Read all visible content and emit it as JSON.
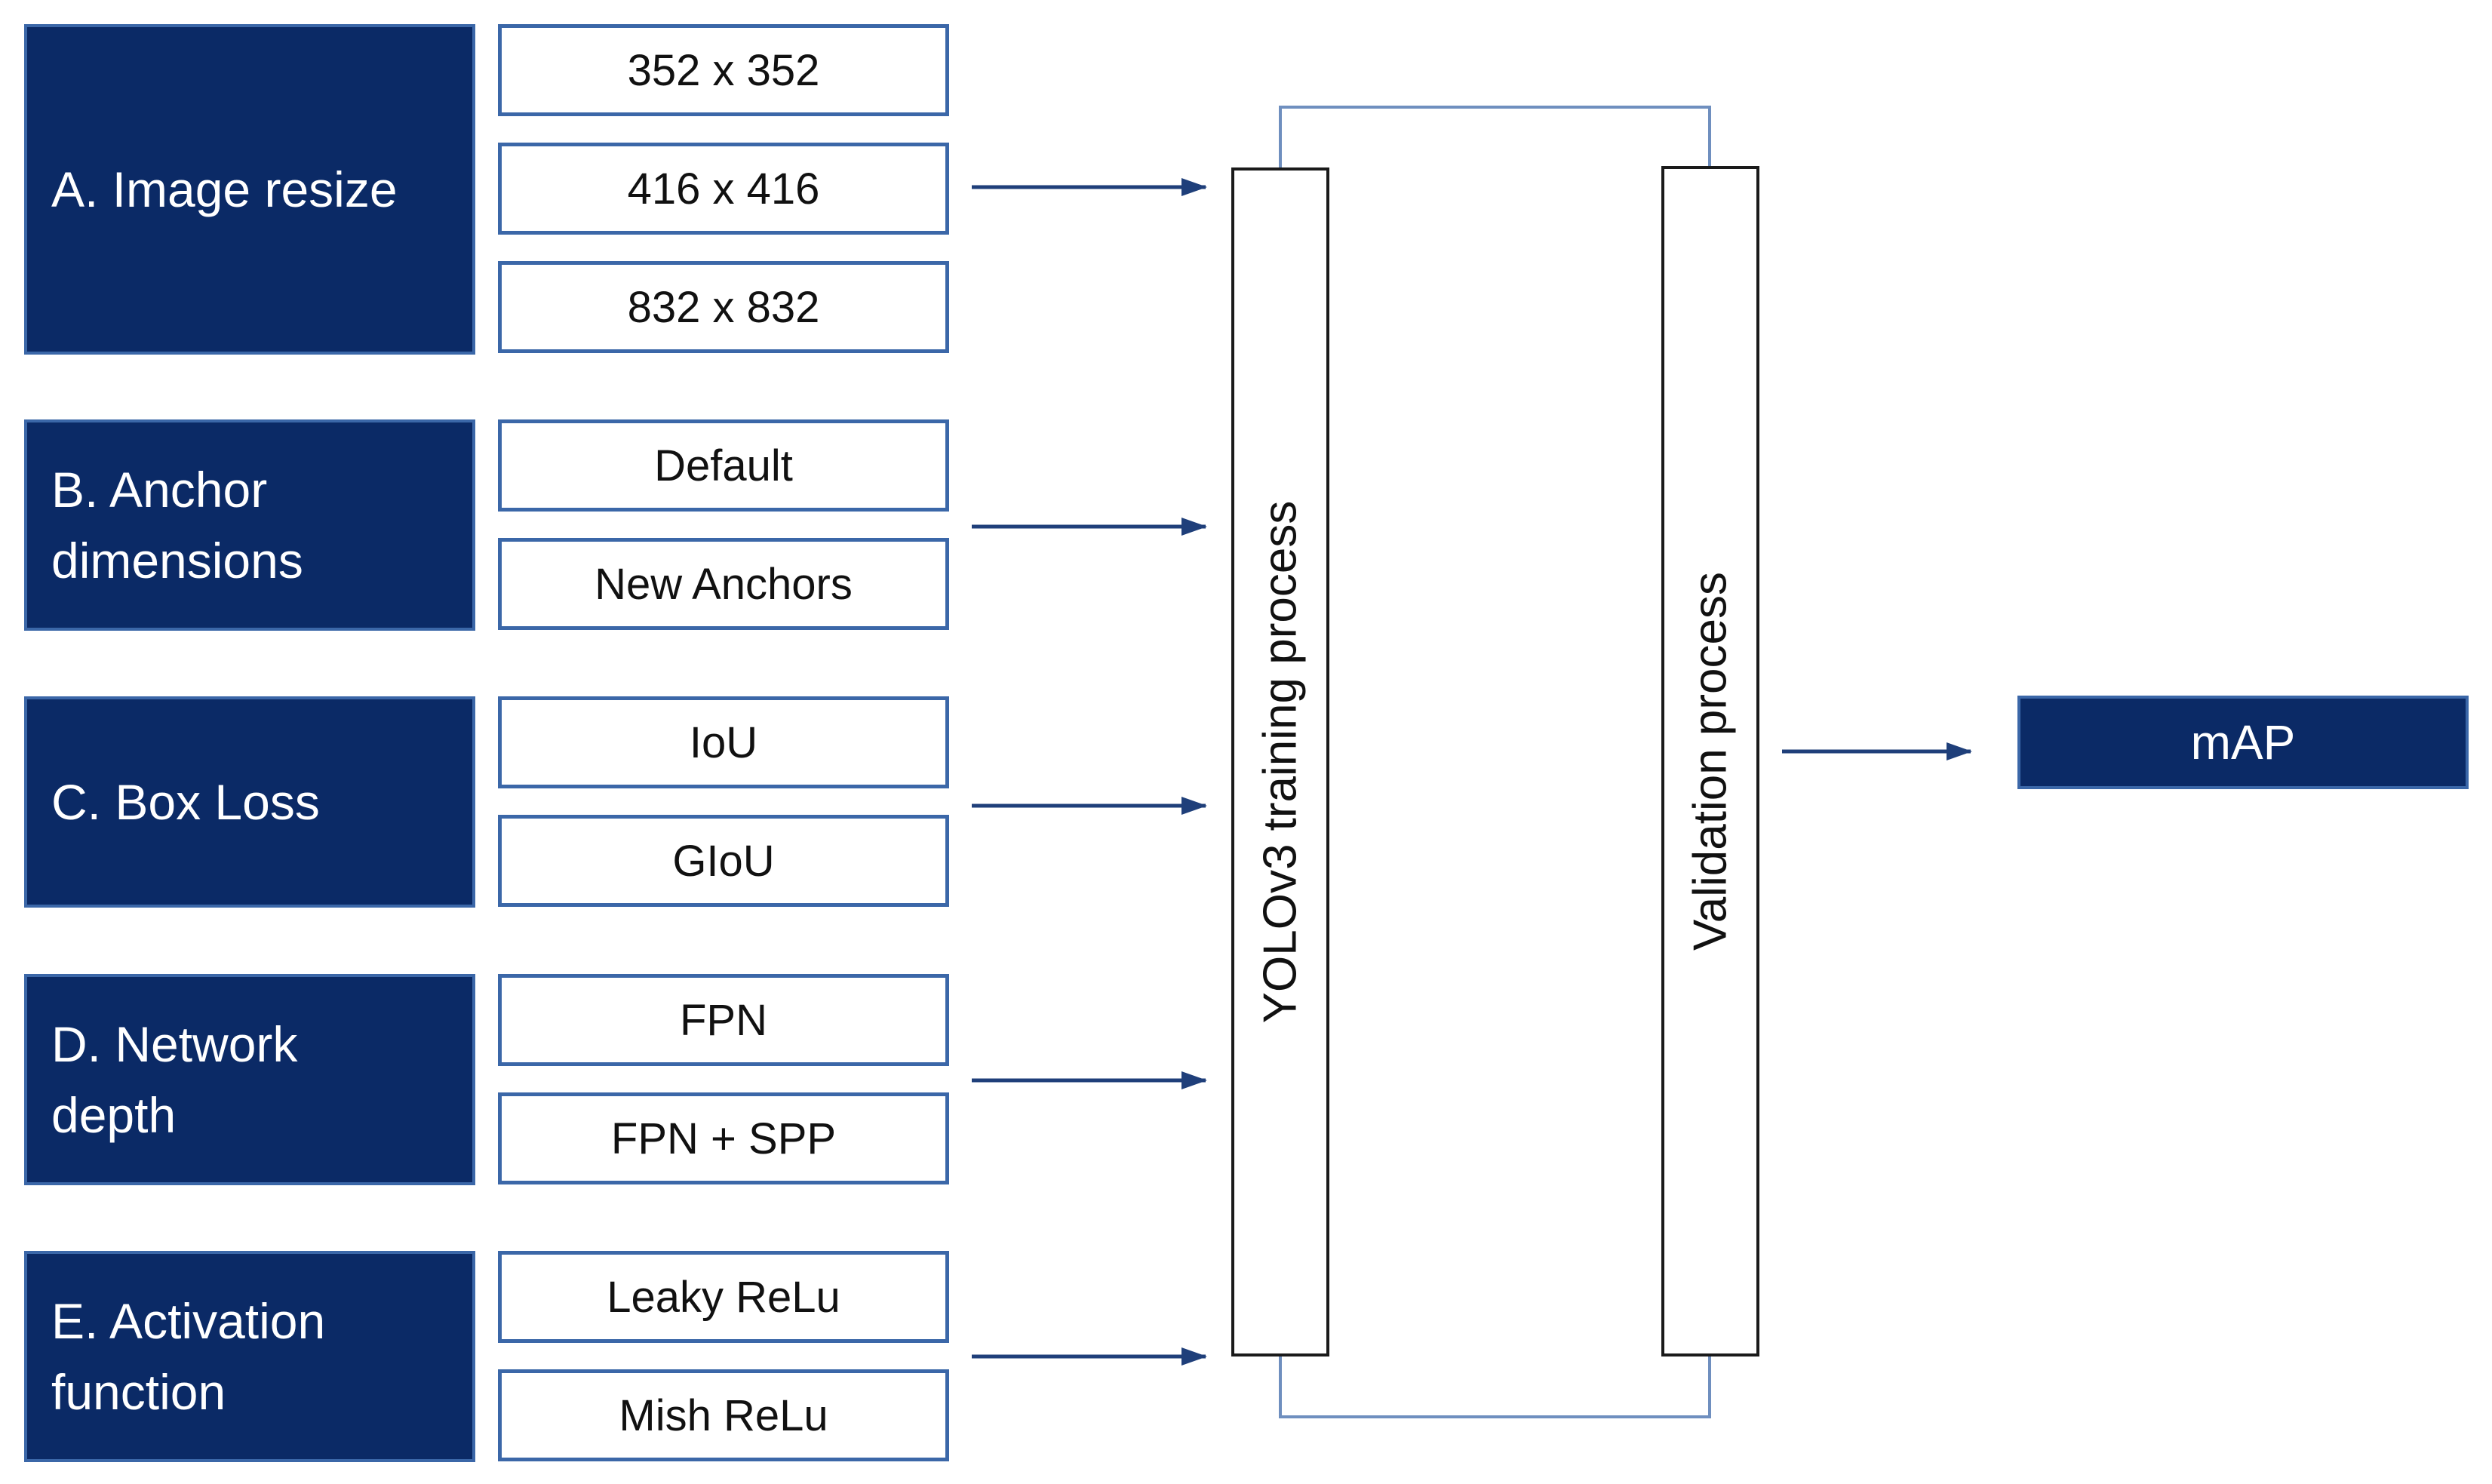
{
  "categories": [
    {
      "label": "A. Image resize",
      "options": [
        "352 x 352",
        "416 x 416",
        "832 x 832"
      ]
    },
    {
      "label": "B. Anchor\ndimensions",
      "options": [
        "Default",
        "New Anchors"
      ]
    },
    {
      "label": "C. Box Loss",
      "options": [
        "IoU",
        "GIoU"
      ]
    },
    {
      "label": "D. Network\ndepth",
      "options": [
        "FPN",
        "FPN + SPP"
      ]
    },
    {
      "label": "E. Activation\nfunction",
      "options": [
        "Leaky ReLu",
        "Mish ReLu"
      ]
    }
  ],
  "training_label": "YOLOv3 training process",
  "validation_label": "Validation process",
  "result_label": "mAP",
  "colors": {
    "category_fill": "#0b2a66",
    "box_border": "#3b67a8",
    "arrow": "#1f3f7a",
    "connector": "#6f8fbf"
  }
}
